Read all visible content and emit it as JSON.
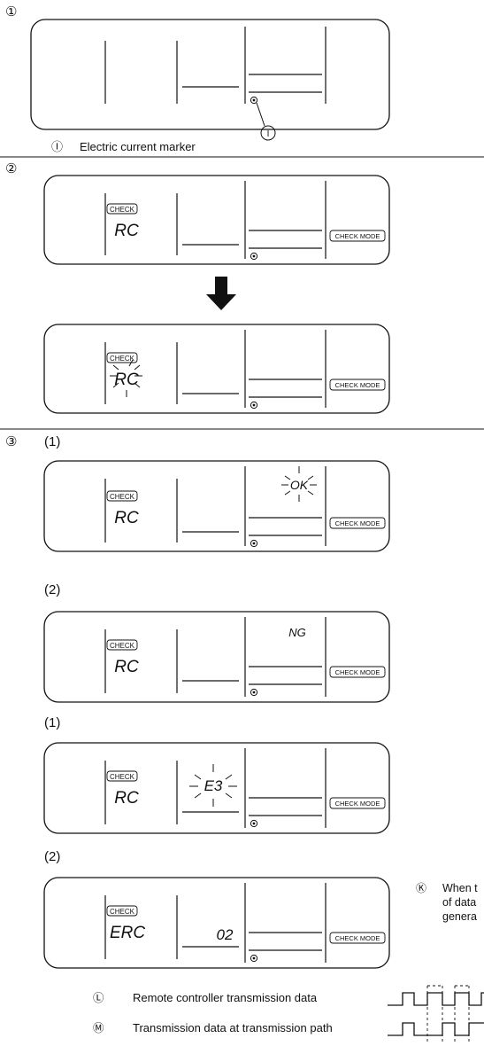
{
  "sections": {
    "s1": {
      "marker": "①",
      "callout": {
        "symbol": "Ⓘ",
        "label": "Electric current marker"
      }
    },
    "s2": {
      "marker": "②",
      "panel_a": {
        "check_badge": "CHECK",
        "code": "RC",
        "mode_badge": "CHECK MODE"
      },
      "panel_b": {
        "check_badge": "CHECK",
        "code": "RC",
        "mode_badge": "CHECK MODE",
        "blinking": true
      }
    },
    "s3": {
      "marker": "③",
      "step1_label": "(1)",
      "step2_label": "(2)",
      "panel_ok": {
        "check_badge": "CHECK",
        "code": "RC",
        "result": "OK",
        "mode_badge": "CHECK MODE"
      },
      "panel_ng": {
        "check_badge": "CHECK",
        "code": "RC",
        "result": "NG",
        "mode_badge": "CHECK MODE"
      }
    },
    "s4": {
      "step1_label": "(1)",
      "step2_label": "(2)",
      "panel_e3": {
        "check_badge": "CHECK",
        "code": "RC",
        "error": "E3",
        "mode_badge": "CHECK MODE"
      },
      "panel_erc": {
        "check_badge": "CHECK",
        "code": "ERC",
        "count": "02",
        "mode_badge": "CHECK MODE"
      },
      "note_k": {
        "symbol": "Ⓚ",
        "lines": [
          "When t",
          "of data",
          "genera"
        ]
      }
    }
  },
  "legend": {
    "L": {
      "symbol": "Ⓛ",
      "label": "Remote controller transmission data"
    },
    "M": {
      "symbol": "Ⓜ",
      "label": "Transmission data at transmission path"
    }
  }
}
